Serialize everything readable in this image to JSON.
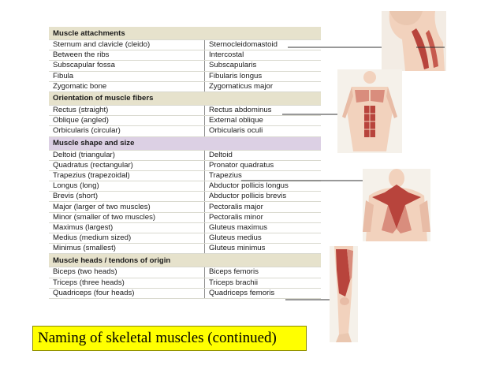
{
  "table": {
    "sections": [
      {
        "title": "Muscle attachments",
        "theme": "tan",
        "rows": [
          [
            "Sternum and clavicle (cleido)",
            "Sternocleidomastoid"
          ],
          [
            "Between the ribs",
            "Intercostal"
          ],
          [
            "Subscapular fossa",
            "Subscapularis"
          ],
          [
            "Fibula",
            "Fibularis longus"
          ],
          [
            "Zygomatic bone",
            "Zygomaticus major"
          ]
        ]
      },
      {
        "title": "Orientation of muscle fibers",
        "theme": "tan",
        "rows": [
          [
            "Rectus (straight)",
            "Rectus abdominus"
          ],
          [
            "Oblique (angled)",
            "External oblique"
          ],
          [
            "Orbicularis (circular)",
            "Orbicularis oculi"
          ]
        ]
      },
      {
        "title": "Muscle shape and size",
        "theme": "lilac",
        "rows": [
          [
            "Deltoid (triangular)",
            "Deltoid"
          ],
          [
            "Quadratus (rectangular)",
            "Pronator quadratus"
          ],
          [
            "Trapezius (trapezoidal)",
            "Trapezius"
          ],
          [
            "Longus (long)",
            "Abductor pollicis longus"
          ],
          [
            "Brevis (short)",
            "Abductor pollicis brevis"
          ],
          [
            "Major (larger of two muscles)",
            "Pectoralis major"
          ],
          [
            "Minor (smaller of two muscles)",
            "Pectoralis minor"
          ],
          [
            "Maximus (largest)",
            "Gluteus maximus"
          ],
          [
            "Medius (medium sized)",
            "Gluteus medius"
          ],
          [
            "Minimus (smallest)",
            "Gluteus minimus"
          ]
        ]
      },
      {
        "title": "Muscle heads / tendons of origin",
        "theme": "tan",
        "rows": [
          [
            "Biceps (two heads)",
            "Biceps femoris"
          ],
          [
            "Triceps (three heads)",
            "Triceps brachii"
          ],
          [
            "Quadriceps (four heads)",
            "Quadriceps femoris"
          ]
        ]
      }
    ]
  },
  "caption": "Naming of skeletal muscles (continued)",
  "illustrations": [
    "neck-figure",
    "torso-figure",
    "back-figure",
    "leg-figure"
  ],
  "colors": {
    "section_tan": "#e6e2cc",
    "section_lilac": "#dcd0e4",
    "caption_bg": "#ffff00",
    "muscle": "#b8443c",
    "skin": "#f2d2bd"
  }
}
